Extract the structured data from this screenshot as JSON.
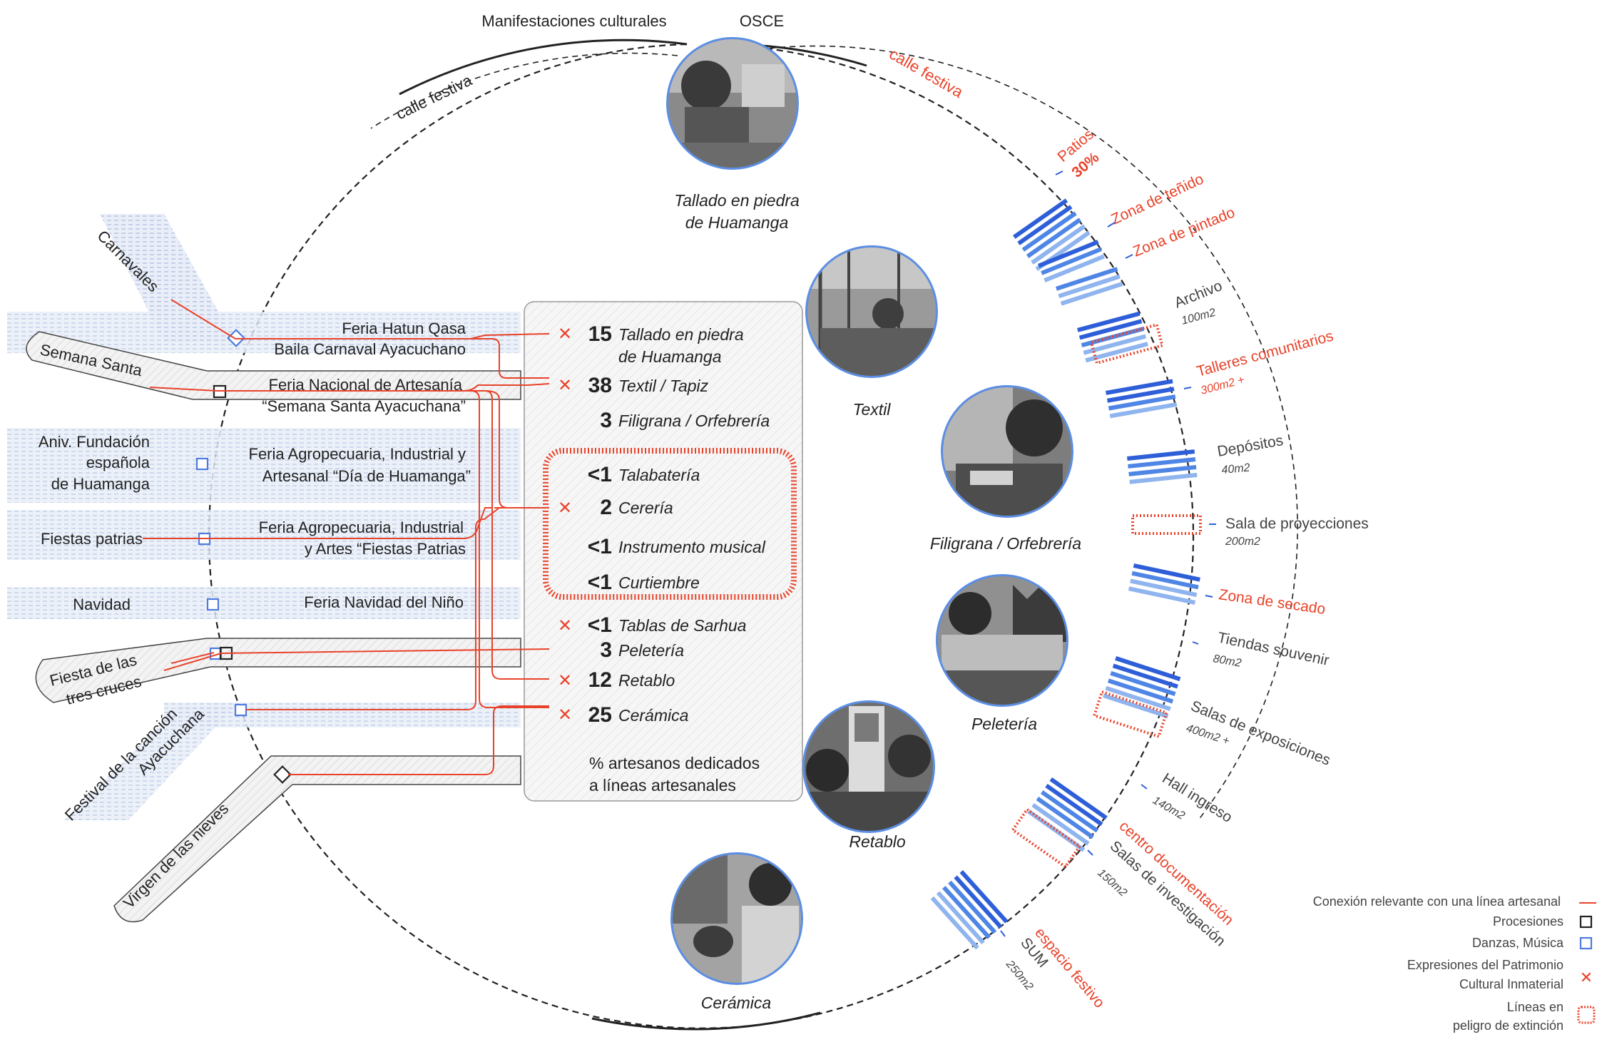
{
  "header": {
    "left_label": "Manifestaciones culturales",
    "right_label": "OSCE"
  },
  "arcs": {
    "left_street": "calle festiva",
    "right_street": "calle festiva"
  },
  "festivities": [
    {
      "name": "Carnavales"
    },
    {
      "name": "Semana Santa"
    },
    {
      "name_lines": [
        "Aniv. Fundación",
        "española",
        "de Huamanga"
      ]
    },
    {
      "name": "Fiestas patrias"
    },
    {
      "name": "Navidad"
    },
    {
      "name_lines": [
        "Fiesta de las",
        "tres cruces"
      ]
    },
    {
      "name_lines": [
        "Festival de la canción",
        "Ayacuchana"
      ]
    },
    {
      "name": "Virgen de las nieves"
    }
  ],
  "fairs": [
    {
      "lines": [
        "Feria Hatun Qasa",
        "Baila Carnaval Ayacuchano"
      ]
    },
    {
      "lines": [
        "Feria  Nacional de Artesanía",
        "“Semana Santa Ayacuchana”"
      ]
    },
    {
      "lines": [
        "Feria Agropecuaria, Industrial y",
        "Artesanal “Día de Huamanga”"
      ]
    },
    {
      "lines": [
        "Feria Agropecuaria, Industrial",
        "y Artes “Fiestas Patrias"
      ]
    },
    {
      "lines": [
        "Feria Navidad del Niño"
      ]
    }
  ],
  "crafts": [
    {
      "pct": "15",
      "name": "Tallado en piedra",
      "name2": "de Huamanga",
      "intangible": true
    },
    {
      "pct": "38",
      "name": "Textil / Tapiz",
      "intangible": true
    },
    {
      "pct": "3",
      "name": "Filigrana / Orfebrería",
      "intangible": false
    },
    {
      "pct": "<1",
      "name": "Talabatería",
      "intangible": false
    },
    {
      "pct": "2",
      "name": "Cerería",
      "intangible": true
    },
    {
      "pct": "<1",
      "name": "Instrumento musical",
      "intangible": false
    },
    {
      "pct": "<1",
      "name": "Curtiembre",
      "intangible": false
    },
    {
      "pct": "<1",
      "name": "Tablas de Sarhua",
      "intangible": true
    },
    {
      "pct": "3",
      "name": "Peletería",
      "intangible": false
    },
    {
      "pct": "12",
      "name": "Retablo",
      "intangible": true
    },
    {
      "pct": "25",
      "name": "Cerámica",
      "intangible": true
    }
  ],
  "crafts_caption": [
    "% artesanos dedicados",
    "a líneas artesanales"
  ],
  "photos": [
    {
      "label_lines": [
        "Tallado en piedra",
        "de Huamanga"
      ],
      "icon": "stone-carving-photo"
    },
    {
      "label_lines": [
        "Textil"
      ],
      "icon": "textile-photo"
    },
    {
      "label_lines": [
        "Filigrana / Orfebrería"
      ],
      "icon": "filigree-photo"
    },
    {
      "label_lines": [
        "Peletería"
      ],
      "icon": "leather-photo"
    },
    {
      "label_lines": [
        "Retablo"
      ],
      "icon": "retablo-photo"
    },
    {
      "label_lines": [
        "Cerámica"
      ],
      "icon": "ceramics-photo"
    }
  ],
  "spaces": [
    {
      "name": "Patios",
      "area": "30%",
      "color": "#e8432a"
    },
    {
      "name": "Zona de teñido",
      "area": "",
      "color": "#e8432a"
    },
    {
      "name": "Zona de pintado",
      "area": "",
      "color": "#e8432a"
    },
    {
      "name": "Archivo",
      "area": "100m2",
      "color": "#444444"
    },
    {
      "name": "Talleres comunitarios",
      "area": "300m2 +",
      "color": "#e8432a"
    },
    {
      "name": "Depósitos",
      "area": "40m2",
      "color": "#444444"
    },
    {
      "name": "Sala de proyecciones",
      "area": "200m2",
      "color": "#444444"
    },
    {
      "name": "Zona de secado",
      "area": "",
      "color": "#e8432a"
    },
    {
      "name": "Tiendas souvenir",
      "area": "80m2",
      "color": "#444444"
    },
    {
      "name": "Salas de exposiciones",
      "area": "400m2 +",
      "color": "#444444"
    },
    {
      "name": "Hall ingreso",
      "area": "140m2",
      "color": "#444444"
    },
    {
      "name": "centro documentación",
      "area": "",
      "color": "#e8432a"
    },
    {
      "name": "Salas de investigación",
      "area": "150m2",
      "color": "#444444"
    },
    {
      "name": "espacio festivo",
      "area": "",
      "color": "#e8432a"
    },
    {
      "name": "SUM",
      "area": "250m2",
      "color": "#444444"
    }
  ],
  "legend": [
    {
      "label": "Conexión relevante con una línea artesanal",
      "icon": "red-line-icon"
    },
    {
      "label": "Procesiones",
      "icon": "black-square-icon"
    },
    {
      "label": "Danzas, Música",
      "icon": "blue-square-icon"
    },
    {
      "label_lines": [
        "Expresiones del Patrimonio",
        "Cultural Inmaterial"
      ],
      "icon": "red-x-icon"
    },
    {
      "label_lines": [
        "Líneas en",
        "peligro de extinción"
      ],
      "icon": "red-dotted-box-icon"
    }
  ],
  "colors": {
    "accent_red": "#e8432a",
    "blue_dark": "#2f5fd8",
    "blue_mid": "#4f86e6",
    "blue_light": "#8fb4ee",
    "text": "#222222"
  }
}
